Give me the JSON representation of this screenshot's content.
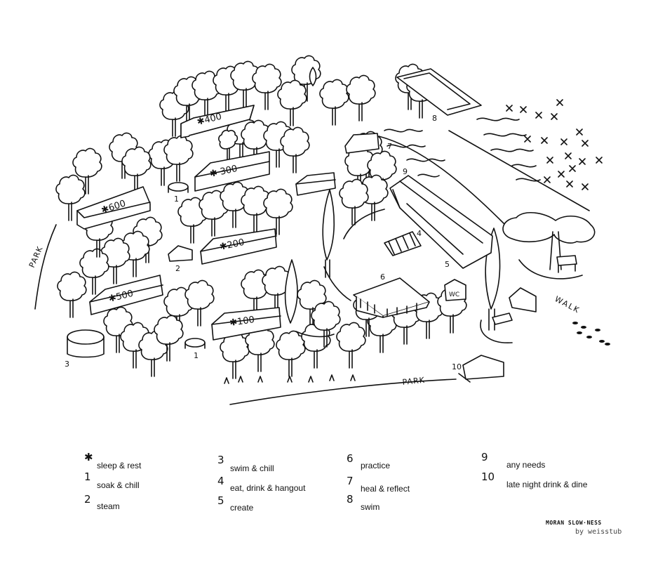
{
  "map": {
    "buildings": [
      {
        "id": "b400",
        "label": "✱400"
      },
      {
        "id": "b300",
        "label": "✱ 300"
      },
      {
        "id": "b600",
        "label": "✱600"
      },
      {
        "id": "b200",
        "label": "✱200"
      },
      {
        "id": "b500",
        "label": "✱500"
      },
      {
        "id": "b100",
        "label": "✱100"
      }
    ],
    "markers": {
      "one_a": "1",
      "one_b": "1",
      "two": "2",
      "three": "3",
      "four": "4",
      "five": "5",
      "six": "6",
      "seven": "7",
      "eight": "8",
      "nine": "9",
      "ten": "10",
      "wc": "WC"
    },
    "area_labels": {
      "park_left": "PARK",
      "park_bottom": "PARK",
      "walk": "WALK"
    }
  },
  "legend": [
    {
      "num": "✱",
      "text": "sleep & rest"
    },
    {
      "num": "1",
      "text": "soak & chill"
    },
    {
      "num": "2",
      "text": "steam"
    },
    {
      "num": "3",
      "text": "swim & chill"
    },
    {
      "num": "4",
      "text": "eat, drink & hangout"
    },
    {
      "num": "5",
      "text": "create"
    },
    {
      "num": "6",
      "text": "practice"
    },
    {
      "num": "7",
      "text": "heal & reflect"
    },
    {
      "num": "8",
      "text": "swim"
    },
    {
      "num": "9",
      "text": "any needs"
    },
    {
      "num": "10",
      "text": "late night drink & dine"
    }
  ],
  "credit": {
    "line1": "MORAN SLOW·NESS",
    "line2": "by weisstub"
  }
}
